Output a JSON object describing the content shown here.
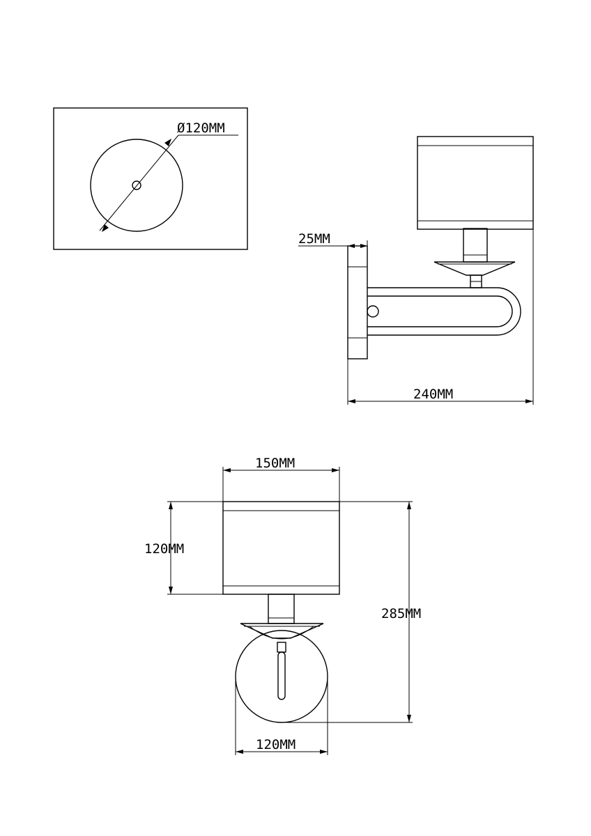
{
  "drawing": {
    "wall_plate_view": {
      "diameter_label": "Ø120MM"
    },
    "side_view": {
      "plate_depth_label": "25MM",
      "projection_label": "240MM"
    },
    "front_view": {
      "shade_width_label": "150MM",
      "shade_height_label": "120MM",
      "total_height_label": "285MM",
      "globe_width_label": "120MM"
    }
  }
}
